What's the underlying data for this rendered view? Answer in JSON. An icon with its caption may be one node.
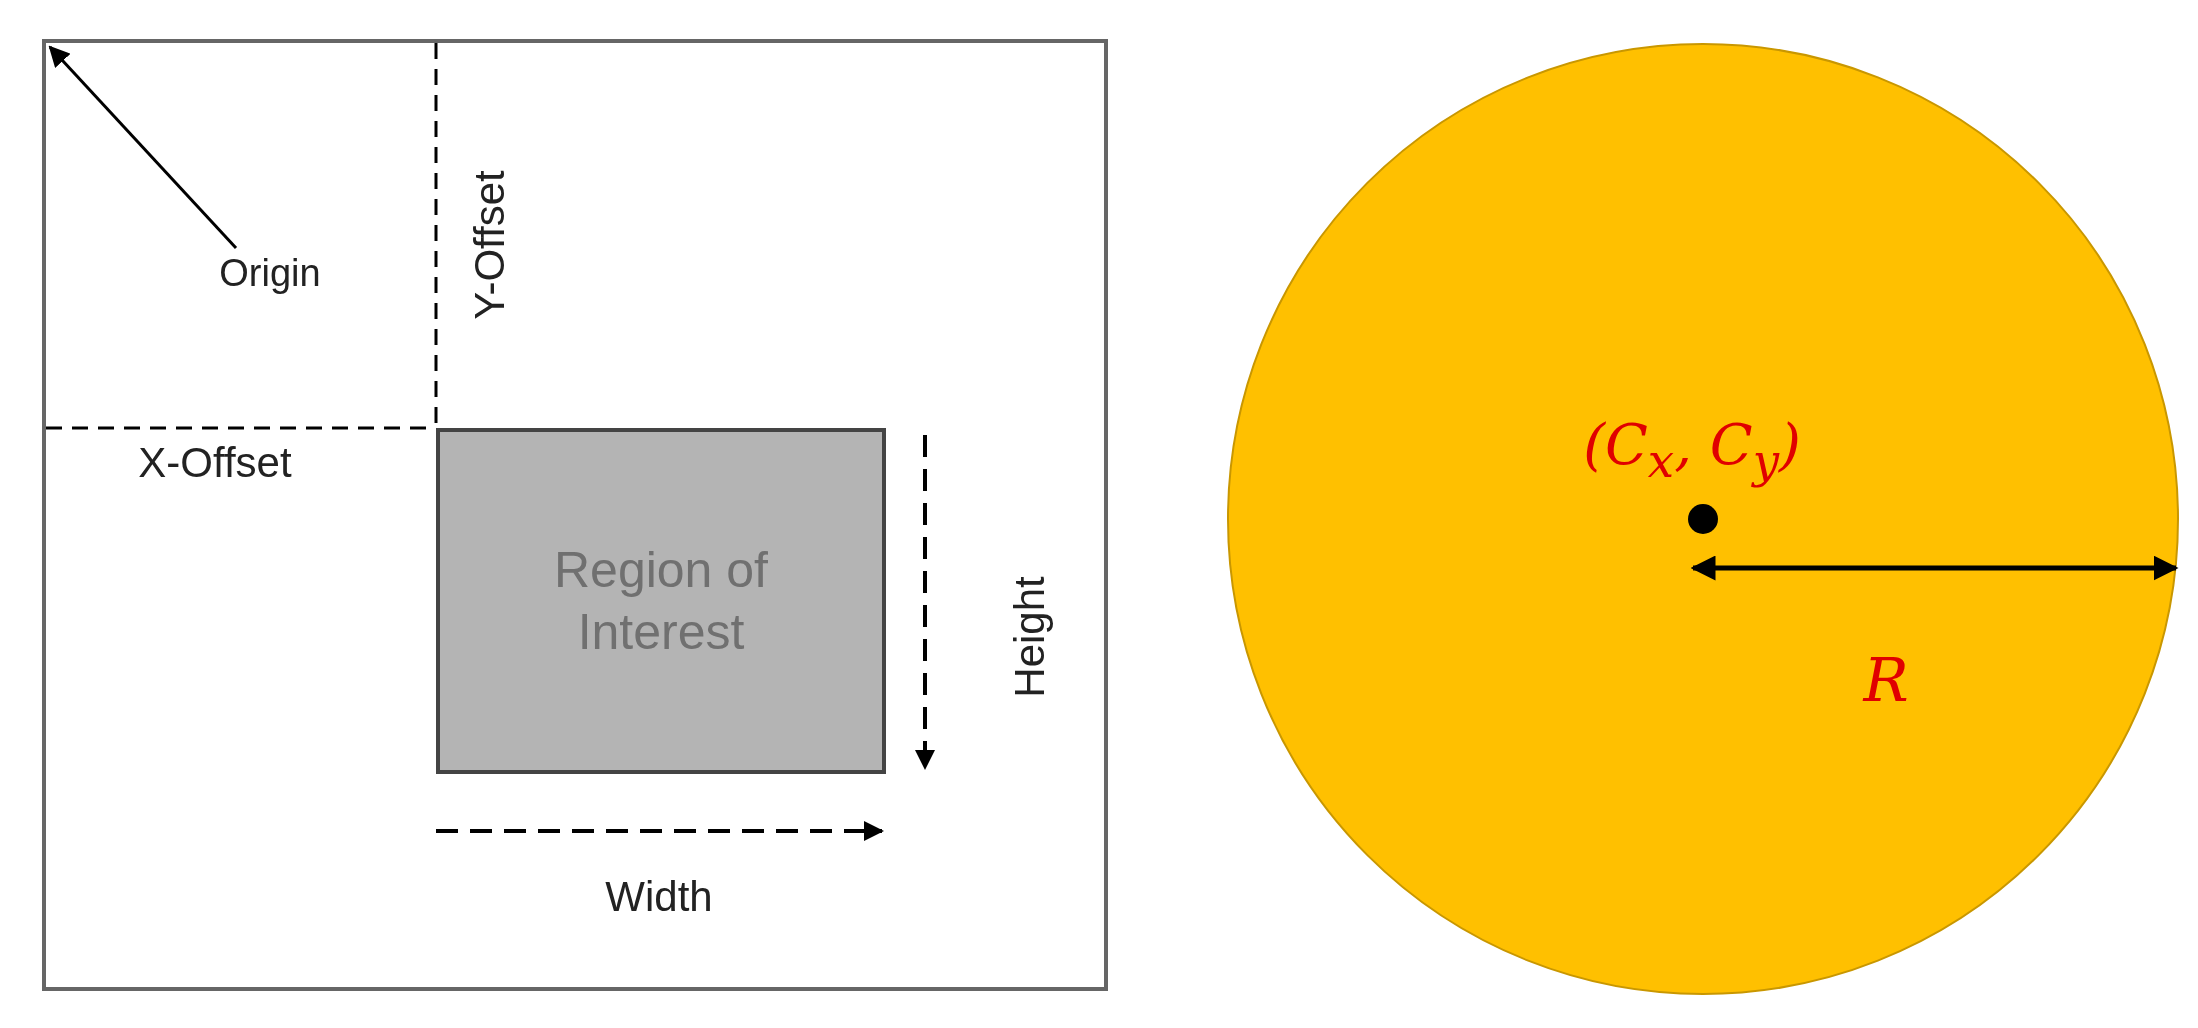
{
  "diagram": {
    "nodes": [
      {
        "text": [],
        "shape": "box"
      },
      {
        "text": [
          "Region of Interest"
        ],
        "in": 0
      },
      {
        "text": [
          "Origin"
        ],
        "in": 0
      },
      {
        "text": [],
        "shape": "circle"
      },
      {
        "text": [],
        "shape": "circle",
        "in": 3
      }
    ],
    "edges": [
      {
        "from": 2,
        "to": 0,
        "arrow": "to"
      },
      {
        "from": 4,
        "to": 3,
        "arrow": "both"
      }
    ],
    "labels": [
      "Y-Offset",
      "X-Offset",
      "Height",
      "Width",
      "(C$_{x}$, C$_{y}$)",
      "R"
    ]
  }
}
